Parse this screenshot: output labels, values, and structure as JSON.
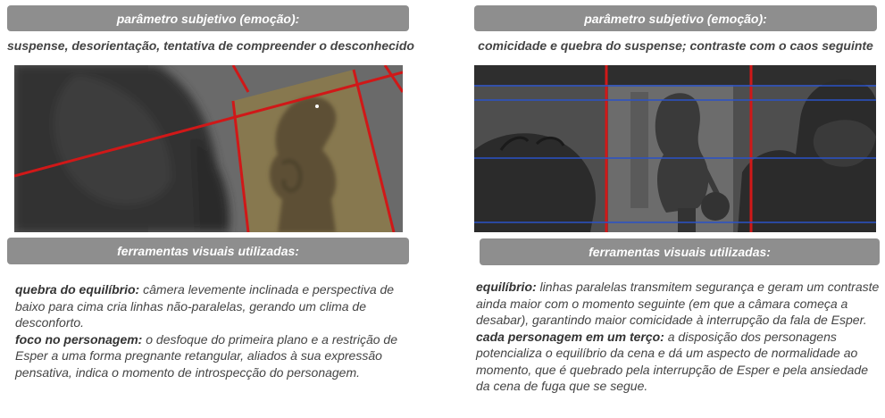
{
  "left": {
    "header": "parâmetro subjetivo (emoção):",
    "subtitle": "suspense, desorientação, tentativa de compreender o desconhecido",
    "tools_header": "ferramentas visuais utilizadas:",
    "items": [
      {
        "term": "quebra do equilíbrio:",
        "text": " câmera levemente inclinada e perspectiva de baixo para cima cria linhas não-paralelas, gerando um clima de desconforto."
      },
      {
        "term": "foco no personagem:",
        "text": " o desfoque do primeira plano e a restrição de Esper a uma forma pregnante retangular, aliados à sua expressão pensativa,  indica o momento de  introspecção do personagem."
      }
    ]
  },
  "right": {
    "header": "parâmetro subjetivo (emoção):",
    "subtitle": "comicidade e quebra do suspense; contraste com o caos seguinte",
    "tools_header": "ferramentas visuais utilizadas:",
    "items": [
      {
        "term": "equilíbrio:",
        "text": " linhas paralelas transmitem segurança e geram um contraste ainda maior com o momento seguinte (em que a câmara começa a desabar), garantindo maior comicidade à interrupção da fala de Esper."
      },
      {
        "term": "cada personagem em um terço:",
        "text": " a disposição dos personagens potencializa o equilíbrio da cena e dá um aspecto de normalidade ao momento, que é quebrado pela interrupção de Esper e pela ansiedade da cena de fuga que se segue."
      }
    ]
  },
  "colors": {
    "bar": "#8e8e8e",
    "red_lines": "#d01818",
    "blue_lines": "#2a52c8",
    "highlight": "#8c7a4a"
  }
}
